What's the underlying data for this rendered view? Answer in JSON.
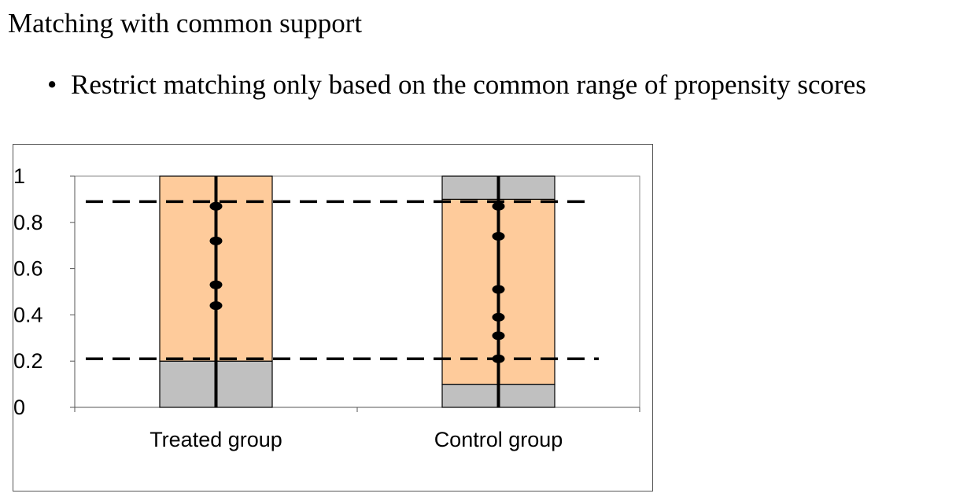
{
  "slide": {
    "title": "Matching with common support",
    "bullet": "Restrict matching only based on the common range of propensity scores"
  },
  "colors": {
    "common_support": "#fecb9b",
    "outside_support": "#c0c0c0",
    "line": "#000000"
  },
  "chart_data": {
    "type": "bar",
    "title": "",
    "xlabel": "",
    "ylabel": "",
    "ylim": [
      0,
      1
    ],
    "yticks": [
      "0",
      "0.2",
      "0.4",
      "0.6",
      "0.8",
      "1"
    ],
    "ytick_values": [
      0,
      0.2,
      0.4,
      0.6,
      0.8,
      1
    ],
    "categories": [
      "Treated group",
      "Control group"
    ],
    "groups": [
      {
        "category": "Treated group",
        "segments": [
          {
            "from": 0,
            "to": 0.2,
            "kind": "outside_support"
          },
          {
            "from": 0.2,
            "to": 1.0,
            "kind": "common_support"
          }
        ],
        "points": [
          0.87,
          0.72,
          0.53,
          0.44
        ]
      },
      {
        "category": "Control group",
        "segments": [
          {
            "from": 0,
            "to": 0.1,
            "kind": "outside_support"
          },
          {
            "from": 0.1,
            "to": 0.9,
            "kind": "common_support"
          },
          {
            "from": 0.9,
            "to": 1.0,
            "kind": "outside_support"
          }
        ],
        "points": [
          0.87,
          0.74,
          0.51,
          0.39,
          0.31,
          0.21
        ]
      }
    ],
    "reference_lines": [
      0.89,
      0.21
    ],
    "grid": false,
    "legend": "none"
  }
}
